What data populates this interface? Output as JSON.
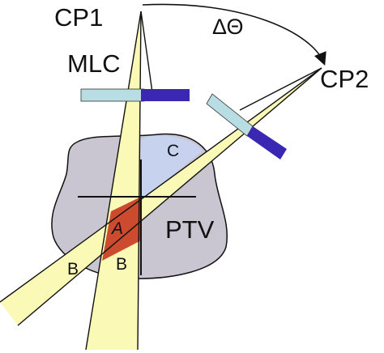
{
  "labels": {
    "cp1": "CP1",
    "cp2": "CP2",
    "delta_theta": "ΔΘ",
    "mlc": "MLC",
    "ptv": "PTV",
    "region_a": "A",
    "region_b_left": "B",
    "region_b_right": "B",
    "region_c": "C"
  },
  "colors": {
    "ptv_fill": "#c9c6d2",
    "beam_fill": "#fafab6",
    "overlap_a": "#cc4a2e",
    "region_c_fill": "#c6d2ee",
    "mlc_light": "#b8dde2",
    "mlc_dark": "#3a27b2",
    "line": "#111111"
  }
}
